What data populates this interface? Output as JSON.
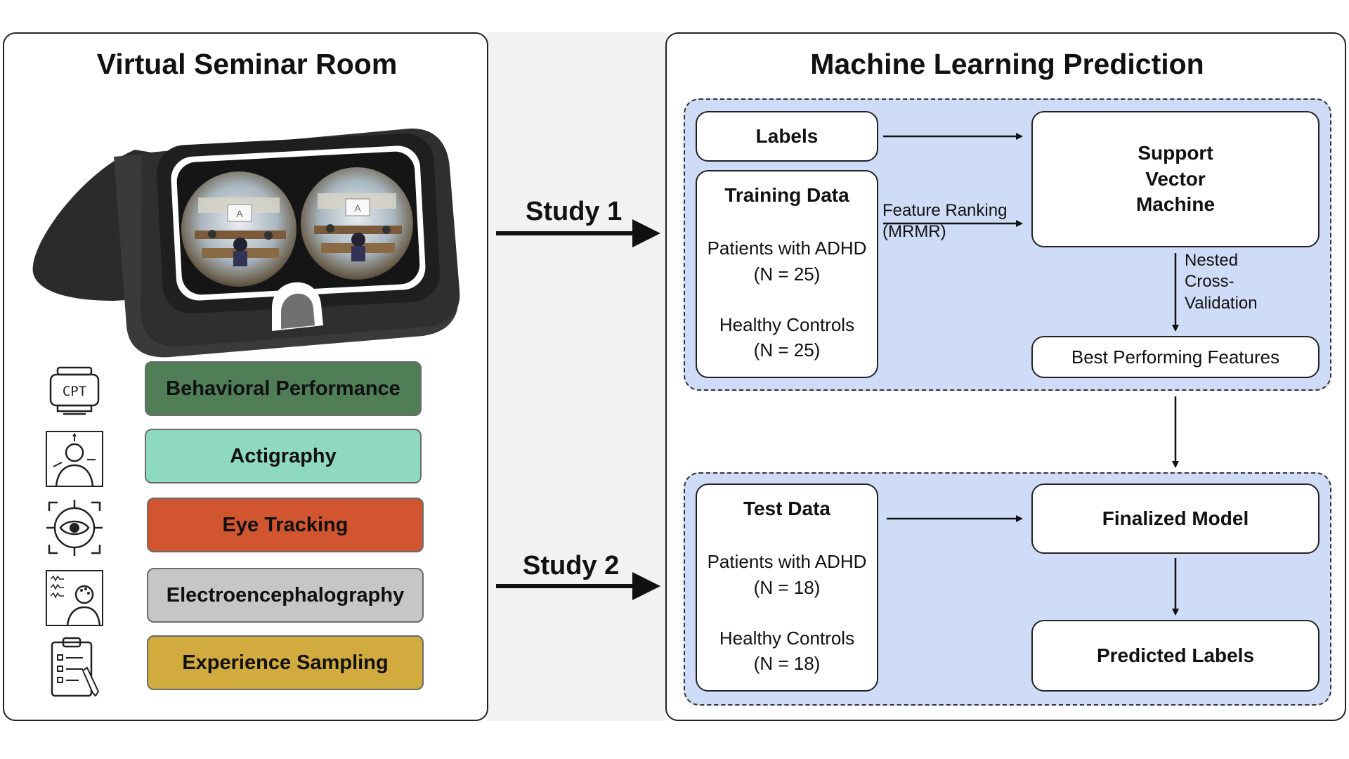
{
  "left_panel": {
    "title": "Virtual Seminar Room",
    "screen_letter": "A",
    "modalities": [
      {
        "icon": "cpt-icon",
        "icon_text": "CPT",
        "label": "Behavioral Performance",
        "color": "#4f7e57"
      },
      {
        "icon": "actigraphy-person-icon",
        "label": "Actigraphy",
        "color": "#8fd8c2"
      },
      {
        "icon": "eye-tracking-icon",
        "label": "Eye Tracking",
        "color": "#d1552f"
      },
      {
        "icon": "eeg-head-icon",
        "label": "Electroencephalography",
        "color": "#c6c6c6"
      },
      {
        "icon": "clipboard-icon",
        "label": "Experience Sampling",
        "color": "#d1ab3e"
      }
    ]
  },
  "studies": {
    "study1": "Study 1",
    "study2": "Study 2"
  },
  "right_panel": {
    "title": "Machine Learning Prediction",
    "study1": {
      "labels": "Labels",
      "training": {
        "title": "Training Data",
        "group1": "Patients with ADHD",
        "n1": "(N = 25)",
        "group2": "Healthy Controls",
        "n2": "(N = 25)"
      },
      "feature_ranking": "Feature Ranking",
      "mrmr": "(MRMR)",
      "svm": [
        "Support",
        "Vector",
        "Machine"
      ],
      "nested_cv": [
        "Nested",
        "Cross-",
        "Validation"
      ],
      "best_features": "Best Performing Features"
    },
    "study2": {
      "test": {
        "title": "Test Data",
        "group1": "Patients with ADHD",
        "n1": "(N = 18)",
        "group2": "Healthy Controls",
        "n2": "(N = 18)"
      },
      "finalized": "Finalized Model",
      "predicted": "Predicted Labels"
    }
  },
  "colors": {
    "dashed_region": "#cfdcf8",
    "background_gap": "#f2f2f2"
  }
}
